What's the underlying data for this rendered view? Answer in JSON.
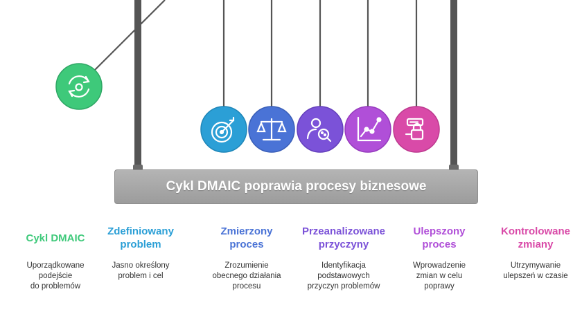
{
  "colors": {
    "green": "#3ec97a",
    "blue": "#2b9fd6",
    "indigo": "#4a73d6",
    "violet": "#7b52d8",
    "purple": "#b04fd8",
    "magenta": "#d94aa8",
    "frame": "#555555",
    "base": "#a8a8a8"
  },
  "base_title": "Cykl DMAIC poprawia procesy biznesowe",
  "balls": [
    {
      "icon": "refresh-cycle-icon",
      "color": "#3ec97a"
    },
    {
      "icon": "target-icon",
      "color": "#2b9fd6"
    },
    {
      "icon": "balance-scale-icon",
      "color": "#4a73d6"
    },
    {
      "icon": "user-search-icon",
      "color": "#7b52d8"
    },
    {
      "icon": "line-chart-icon",
      "color": "#b04fd8"
    },
    {
      "icon": "lock-control-icon",
      "color": "#d94aa8"
    }
  ],
  "steps": [
    {
      "title": "Cykl DMAIC",
      "desc": "Uporządkowane\npodejście\ndo problemów",
      "color": "#3ec97a"
    },
    {
      "title": "Zdefiniowany\nproblem",
      "desc": "Jasno określony\nproblem i cel",
      "color": "#2b9fd6"
    },
    {
      "title": "Zmierzony\nproces",
      "desc": "Zrozumienie\nobecnego działania\nprocesu",
      "color": "#4a73d6"
    },
    {
      "title": "Przeanalizowane\nprzyczyny",
      "desc": "Identyfikacja\npodstawowych\nprzyczyn problemów",
      "color": "#7b52d8"
    },
    {
      "title": "Ulepszony\nproces",
      "desc": "Wprowadzenie\nzmian w celu\npoprawy",
      "color": "#b04fd8"
    },
    {
      "title": "Kontrolowane\nzmiany",
      "desc": "Utrzymywanie\nulepszeń w czasie",
      "color": "#d94aa8"
    }
  ]
}
